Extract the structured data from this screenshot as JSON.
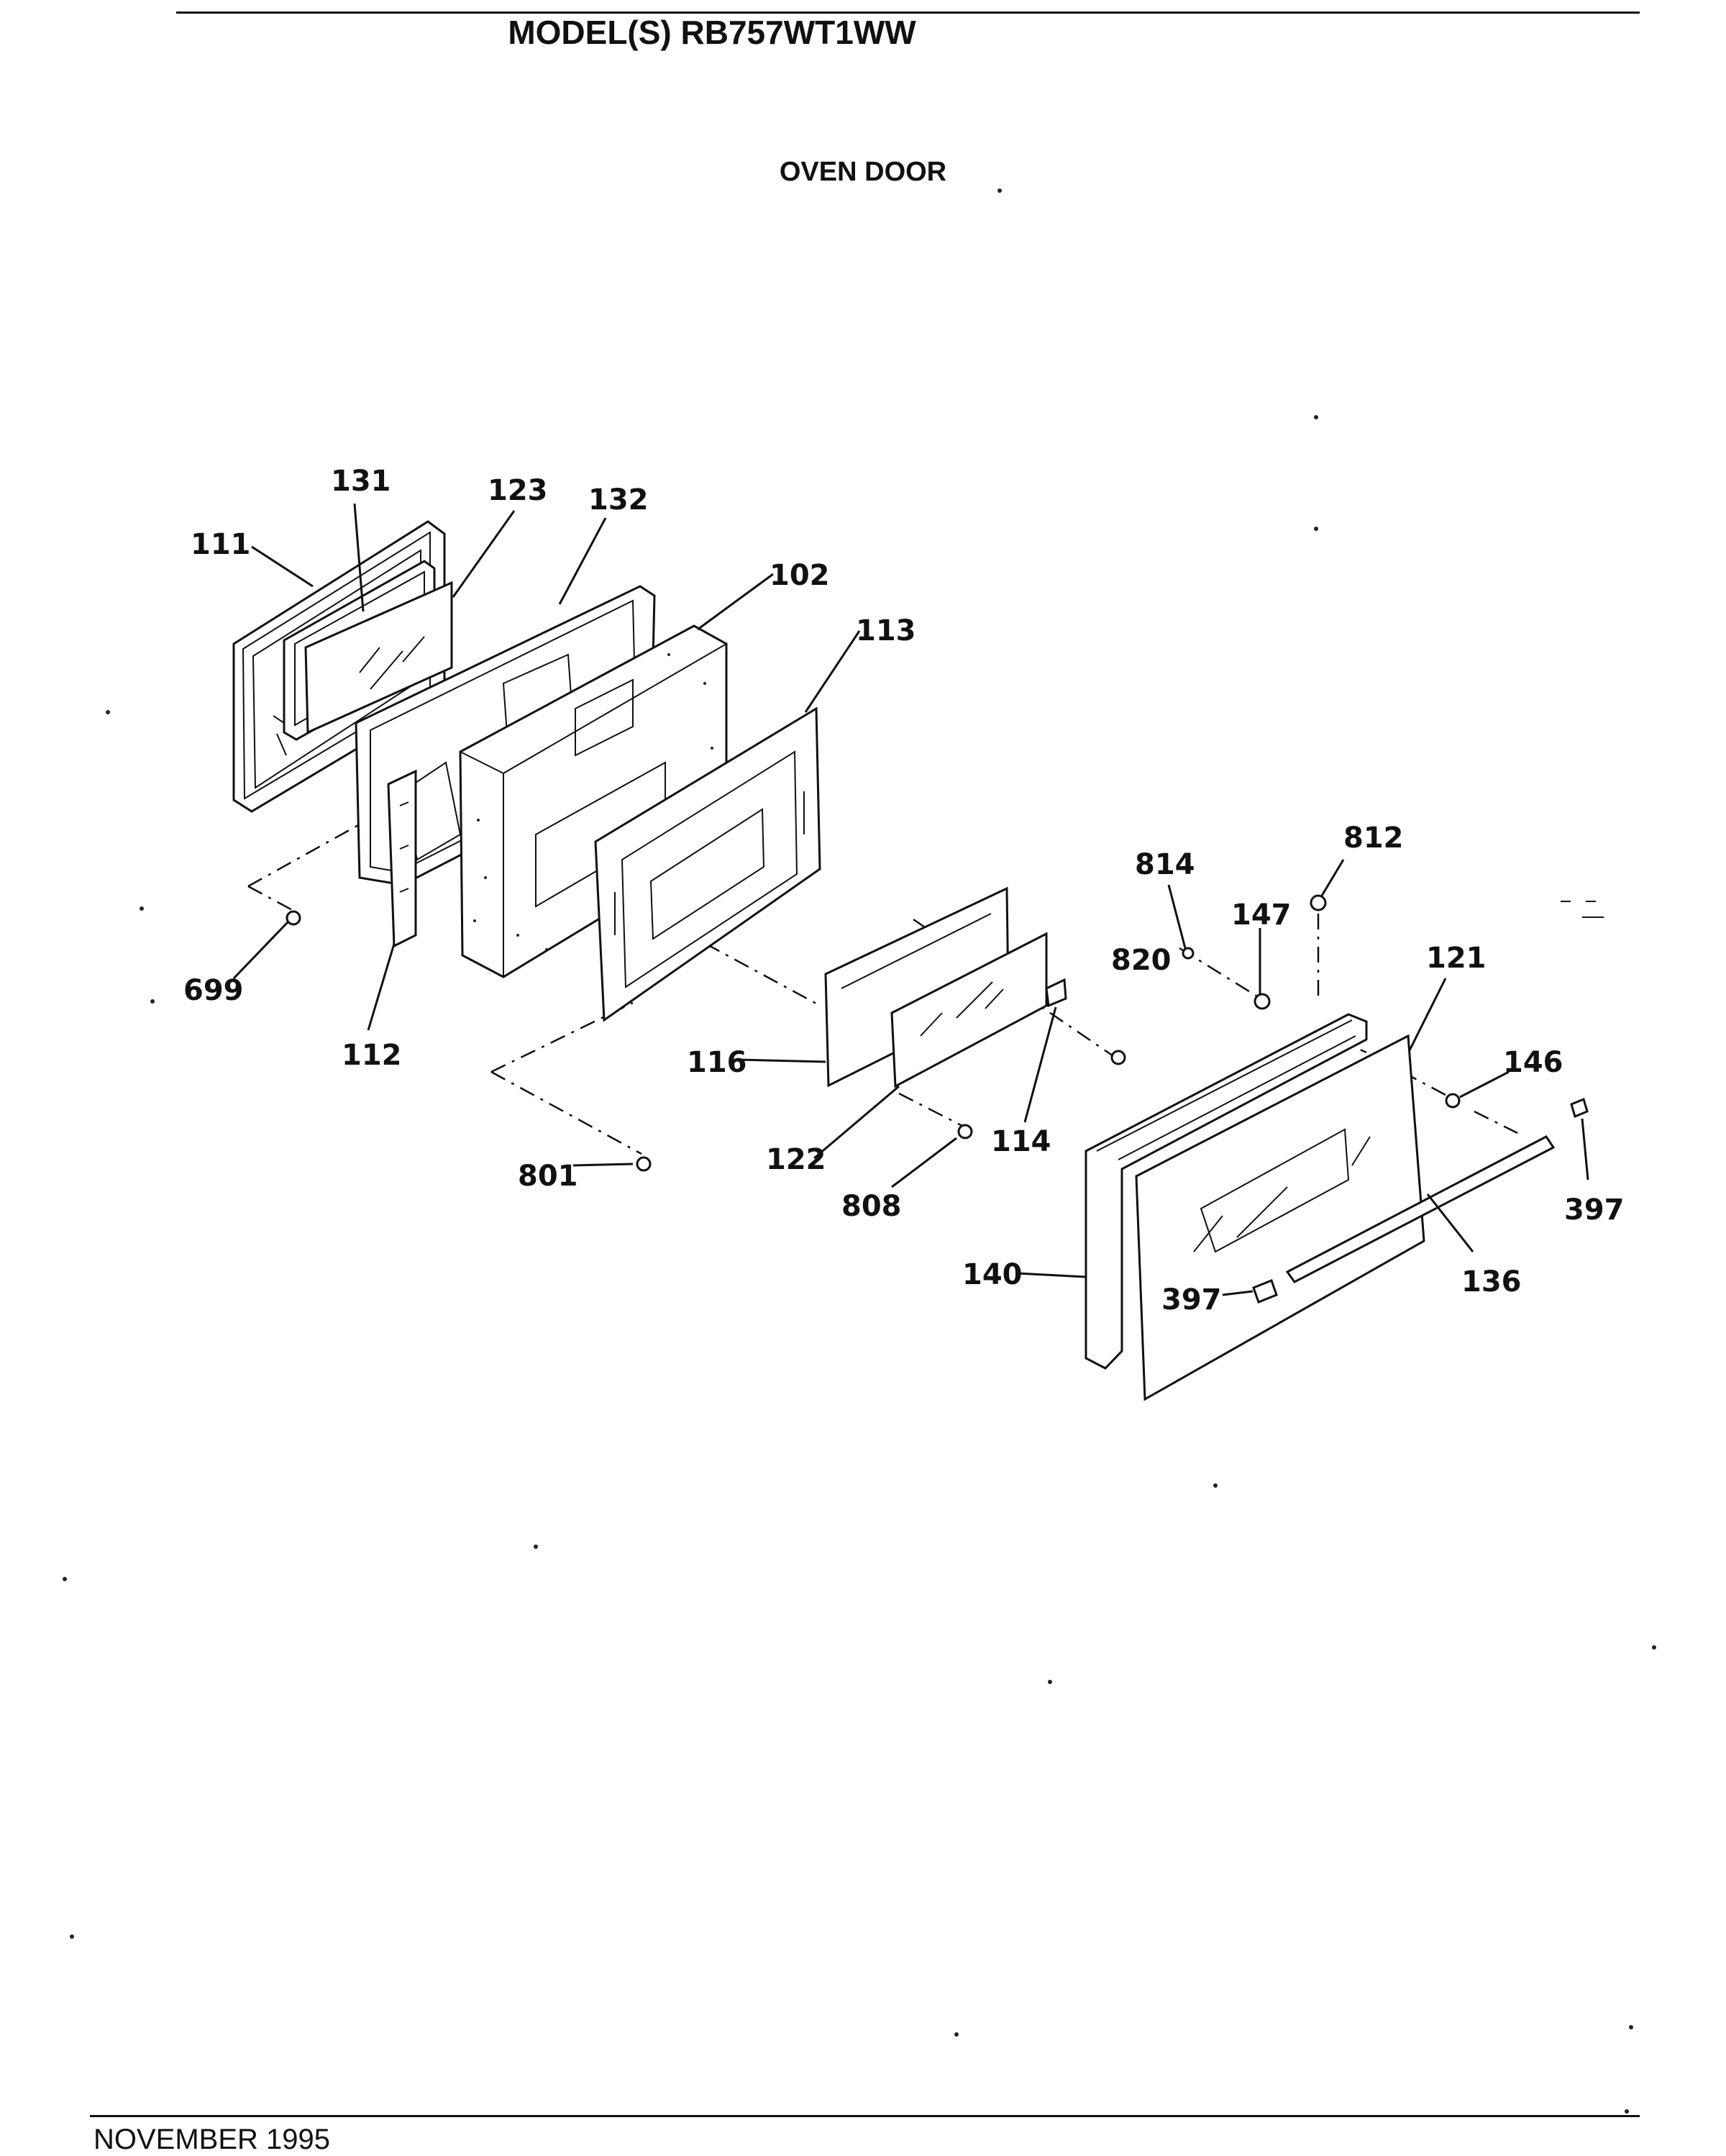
{
  "header": {
    "model_title": "MODEL(S) RB757WT1WW",
    "section_title": "OVEN DOOR"
  },
  "footer": {
    "date_text": "NOVEMBER 1995"
  },
  "parts": [
    {
      "id": "p111",
      "label": "111"
    },
    {
      "id": "p131",
      "label": "131"
    },
    {
      "id": "p123",
      "label": "123"
    },
    {
      "id": "p132",
      "label": "132"
    },
    {
      "id": "p102",
      "label": "102"
    },
    {
      "id": "p113",
      "label": "113"
    },
    {
      "id": "p699",
      "label": "699"
    },
    {
      "id": "p112",
      "label": "112"
    },
    {
      "id": "p801",
      "label": "801"
    },
    {
      "id": "p116",
      "label": "116"
    },
    {
      "id": "p122",
      "label": "122"
    },
    {
      "id": "p808",
      "label": "808"
    },
    {
      "id": "p114",
      "label": "114"
    },
    {
      "id": "p820",
      "label": "820"
    },
    {
      "id": "p814",
      "label": "814"
    },
    {
      "id": "p147",
      "label": "147"
    },
    {
      "id": "p812",
      "label": "812"
    },
    {
      "id": "p121",
      "label": "121"
    },
    {
      "id": "p146",
      "label": "146"
    },
    {
      "id": "p397a",
      "label": "397"
    },
    {
      "id": "p397b",
      "label": "397"
    },
    {
      "id": "p136",
      "label": "136"
    },
    {
      "id": "p140",
      "label": "140"
    }
  ]
}
